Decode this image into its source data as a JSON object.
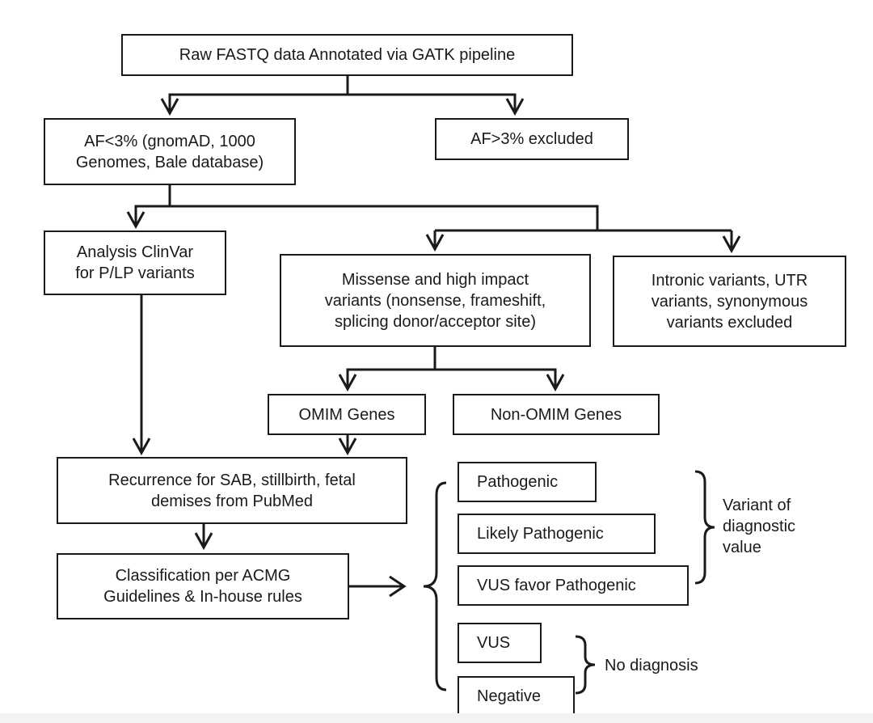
{
  "boxes": {
    "raw": "Raw FASTQ data Annotated via GATK pipeline",
    "af_low": "AF<3% (gnomAD, 1000\nGenomes, Bale database)",
    "af_high": "AF>3% excluded",
    "clinvar": "Analysis ClinVar\nfor P/LP variants",
    "missense": "Missense and high impact\nvariants (nonsense, frameshift,\nsplicing donor/acceptor site)",
    "intronic": "Intronic variants, UTR\nvariants, synonymous\nvariants excluded",
    "omim": "OMIM Genes",
    "non_omim": "Non-OMIM Genes",
    "recurrence": "Recurrence for SAB, stillbirth, fetal\ndemises from PubMed",
    "classification": "Classification per ACMG\nGuidelines & In-house rules",
    "pathogenic": "Pathogenic",
    "likely_pathogenic": "Likely Pathogenic",
    "vus_favor": "VUS favor Pathogenic",
    "vus": "VUS",
    "negative": "Negative"
  },
  "labels": {
    "diagnostic": "Variant of\ndiagnostic\nvalue",
    "no_diagnosis": "No diagnosis"
  }
}
